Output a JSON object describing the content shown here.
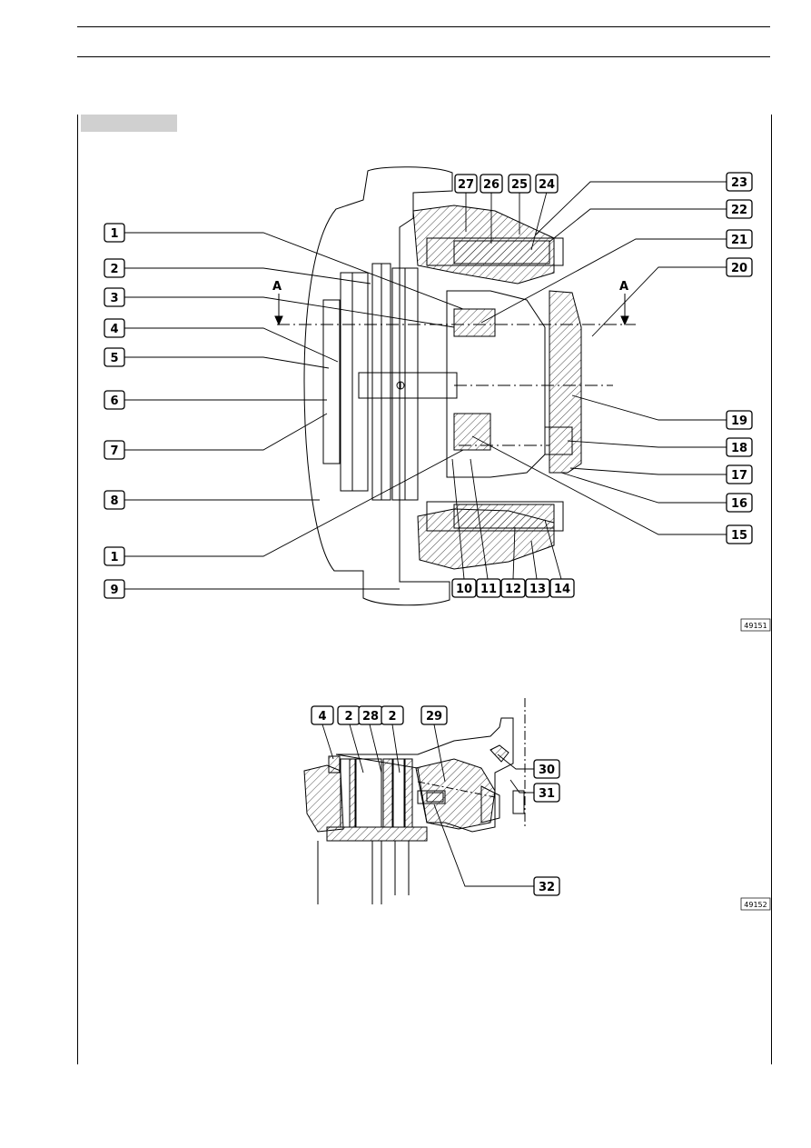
{
  "figure1": {
    "callouts_left": [
      "1",
      "2",
      "3",
      "4",
      "5",
      "6",
      "7",
      "8",
      "1",
      "9"
    ],
    "callouts_top": [
      "27",
      "26",
      "25",
      "24"
    ],
    "callouts_right": [
      "23",
      "22",
      "21",
      "20",
      "19",
      "18",
      "17",
      "16",
      "15"
    ],
    "callouts_bottom": [
      "10",
      "11",
      "12",
      "13",
      "14"
    ],
    "section_marker": "A",
    "figure_number": "49151"
  },
  "figure2": {
    "callouts_top": [
      "4",
      "2",
      "28",
      "2",
      "29"
    ],
    "callouts_right": [
      "30",
      "31",
      "32"
    ],
    "figure_number": "49152"
  }
}
